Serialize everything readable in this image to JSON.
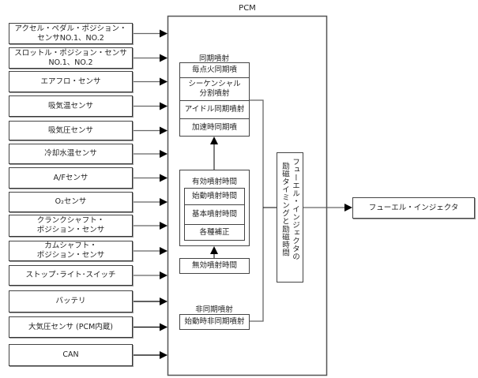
{
  "pcm": {
    "title": "PCM"
  },
  "inputs": [
    {
      "line1": "アクセル・ペダル・ポジション・",
      "line2": "センサNO.1、NO.2"
    },
    {
      "line1": "スロットル・ポジション・センサ",
      "line2": "NO.1、NO.2"
    },
    {
      "line1": "エアフロ・センサ",
      "line2": ""
    },
    {
      "line1": "吸気温センサ",
      "line2": ""
    },
    {
      "line1": "吸気圧センサ",
      "line2": ""
    },
    {
      "line1": "冷却水温センサ",
      "line2": ""
    },
    {
      "line1": "A/Fセンサ",
      "line2": ""
    },
    {
      "line1": "O₂センサ",
      "line2": ""
    },
    {
      "line1": "クランクシャフト・",
      "line2": "ポジション・センサ"
    },
    {
      "line1": "カムシャフト・",
      "line2": "ポジション・センサ"
    },
    {
      "line1": "ストップ･ライト･スイッチ",
      "line2": ""
    },
    {
      "line1": "バッテリ",
      "line2": ""
    },
    {
      "line1": "大気圧センサ (PCM内蔵)",
      "line2": ""
    },
    {
      "line1": "CAN",
      "line2": ""
    }
  ],
  "sync_injection": {
    "title": "同期噴射",
    "rows": [
      {
        "line1": "毎点火同期噴",
        "line2": ""
      },
      {
        "line1": "シーケンシャル",
        "line2": "分割噴射"
      },
      {
        "line1": "アイドル同期噴射",
        "line2": ""
      },
      {
        "line1": "加速時同期噴",
        "line2": ""
      }
    ]
  },
  "effective_time": {
    "title": "有効噴射時間",
    "rows": [
      "始動噴射時間",
      "基本噴射時間",
      "各種補正"
    ]
  },
  "invalid_time": {
    "label": "無効噴射時間"
  },
  "async_injection": {
    "title": "非同期噴射",
    "row": "始動時非同期噴射"
  },
  "energize": {
    "line1": "フューエル・インジェクタの",
    "line2": "励磁タイミングと励磁時間"
  },
  "output": {
    "label": "フューエル・インジェクタ"
  }
}
